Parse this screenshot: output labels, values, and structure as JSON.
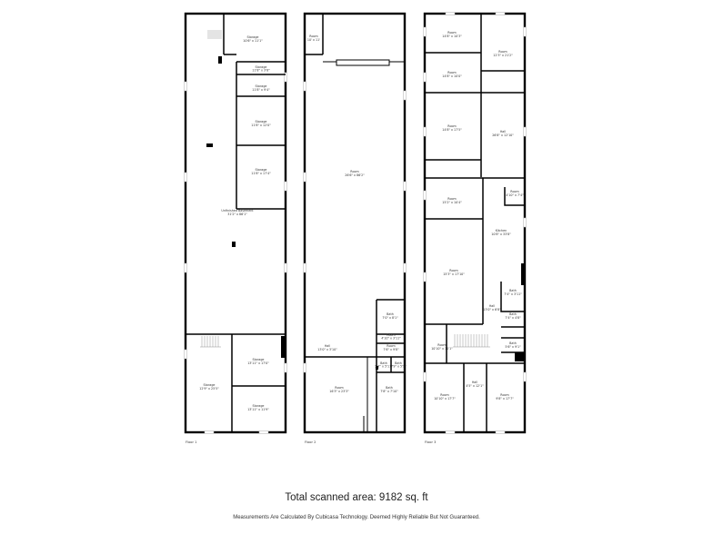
{
  "floors": [
    {
      "label": "Floor 1",
      "rooms": [
        {
          "name": "Storage",
          "dims": "10'6\" x 11'1\""
        },
        {
          "name": "Storage",
          "dims": "11'8\" x 3'8\""
        },
        {
          "name": "Storage",
          "dims": "11'8\" x 9'4\""
        },
        {
          "name": "Storage",
          "dims": "11'8\" x 12'0\""
        },
        {
          "name": "Storage",
          "dims": "11'8\" x 17'4\""
        },
        {
          "name": "Unfinished Basement",
          "dims": "31'2\" x 86'1\""
        },
        {
          "name": "Storage",
          "dims": "13'11\" x 17'0\""
        },
        {
          "name": "Storage",
          "dims": "12'9\" x 25'5\""
        },
        {
          "name": "Storage",
          "dims": "13'11\" x 11'9\""
        }
      ]
    },
    {
      "label": "Floor 2",
      "rooms": [
        {
          "name": "Room",
          "dims": "10' x 11'"
        },
        {
          "name": "Room",
          "dims": "26'6\" x 86'2\""
        },
        {
          "name": "Bath",
          "dims": "7'0\" x 8'1\""
        },
        {
          "name": "Room",
          "dims": "4'10\" x 3'11\""
        },
        {
          "name": "Hall",
          "dims": "13'0\" x 3'10\""
        },
        {
          "name": "Room",
          "dims": "7'6\" x 9'8\""
        },
        {
          "name": "Bath",
          "dims": "5'7\" x 5'11\""
        },
        {
          "name": "Bath",
          "dims": "3'9\" x 5'9\""
        },
        {
          "name": "Room",
          "dims": "16'3\" x 23'3\""
        },
        {
          "name": "Bath",
          "dims": "7'8\" x 7'10\""
        }
      ]
    },
    {
      "label": "Floor 3",
      "rooms": [
        {
          "name": "Room",
          "dims": "14'8\" x 10'3\""
        },
        {
          "name": "Room",
          "dims": "12'3\" x 21'2\""
        },
        {
          "name": "Room",
          "dims": "14'8\" x 10'0\""
        },
        {
          "name": "Room",
          "dims": "14'8\" x 17'5\""
        },
        {
          "name": "Hall",
          "dims": "26'8\" x 12'10\""
        },
        {
          "name": "Room",
          "dims": "15'2\" x 10'4\""
        },
        {
          "name": "Room",
          "dims": "4'10\" x 7'4\""
        },
        {
          "name": "Kitchen",
          "dims": "10'8\" x 33'8\""
        },
        {
          "name": "Room",
          "dims": "15'3\" x 17'10\""
        },
        {
          "name": "Bath",
          "dims": "7'4\" x 3'11\""
        },
        {
          "name": "Hall",
          "dims": "13'0\" x 6'8\""
        },
        {
          "name": "Bath",
          "dims": "7'4\" x 4'8\""
        },
        {
          "name": "Room",
          "dims": "10'10\" x 10'1\""
        },
        {
          "name": "Bath",
          "dims": "5'6\" x 9'1\""
        },
        {
          "name": "Hall",
          "dims": "4'5\" x 12'1\""
        },
        {
          "name": "Room",
          "dims": "10'10\" x 17'7\""
        },
        {
          "name": "Room",
          "dims": "9'8\" x 17'7\""
        }
      ]
    }
  ],
  "total_area": "Total scanned area: 9182 sq. ft",
  "disclaimer": "Measurements Are Calculated By Cubicasa Technology. Deemed Highly Reliable But Not Guaranteed."
}
